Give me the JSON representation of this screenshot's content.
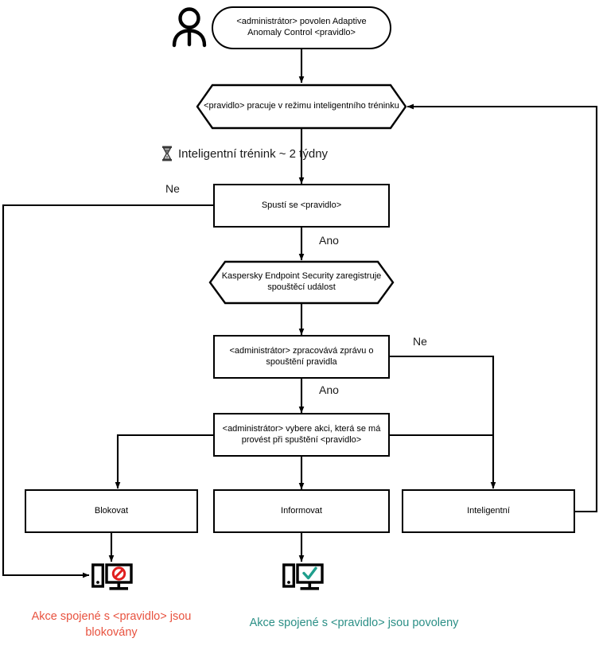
{
  "diagram": {
    "title_flow": "Adaptive Anomaly Control rule workflow",
    "actor": {
      "icon": "person-icon"
    },
    "nodes": {
      "start": {
        "id": "start-terminator",
        "shape": "rounded-rectangle",
        "text": "<administrátor> povolen Adaptive Anomaly Control <pravidlo>"
      },
      "smart_training": {
        "id": "smart-training-hexagon",
        "shape": "hexagon",
        "text": "<pravidlo> pracuje v režimu inteligentního tréninku"
      },
      "rule_triggers": {
        "id": "rule-triggers-process",
        "shape": "rectangle",
        "text": "Spustí se <pravidlo>"
      },
      "kes_registers": {
        "id": "kes-registers-hexagon",
        "shape": "hexagon",
        "text": "Kaspersky Endpoint Security zaregistruje spouštěcí událost"
      },
      "admin_processes": {
        "id": "admin-processes-report-process",
        "shape": "rectangle",
        "text": "<administrátor> zpracovává zprávu o spouštění pravidla"
      },
      "admin_selects": {
        "id": "admin-selects-action-process",
        "shape": "rectangle",
        "text": "<administrátor> vybere akci, která se má provést při spuštění <pravidlo>"
      },
      "block": {
        "id": "block-action-process",
        "shape": "rectangle",
        "text": "Blokovat"
      },
      "inform": {
        "id": "inform-action-process",
        "shape": "rectangle",
        "text": "Informovat"
      },
      "smart": {
        "id": "smart-action-process",
        "shape": "rectangle",
        "text": "Inteligentní"
      }
    },
    "notes": [
      {
        "id": "smart-training-duration-note",
        "icon": "hourglass-icon",
        "text": "Inteligentní trénink ~ 2 týdny"
      }
    ],
    "edge_labels": [
      {
        "id": "edge-label-no-triggers",
        "text": "Ne"
      },
      {
        "id": "edge-label-yes-triggers",
        "text": "Ano"
      },
      {
        "id": "edge-label-no-report",
        "text": "Ne"
      },
      {
        "id": "edge-label-yes-report",
        "text": "Ano"
      }
    ],
    "outcomes": [
      {
        "id": "blocked-outcome",
        "icon": "computer-blocked-icon",
        "caption": "Akce spojené s <pravidlo> jsou blokovány",
        "color": "#e8523f"
      },
      {
        "id": "allowed-outcome",
        "icon": "computer-allowed-icon",
        "caption": "Akce spojené s <pravidlo> jsou povoleny",
        "color": "#2b8f86"
      }
    ],
    "colors": {
      "line": "#000000",
      "text": "#000000",
      "blocked": "#e8523f",
      "allowed": "#2b8f86",
      "block_glyph": "#e02020",
      "check_glyph": "#1f9e8c",
      "background": "#ffffff"
    }
  }
}
